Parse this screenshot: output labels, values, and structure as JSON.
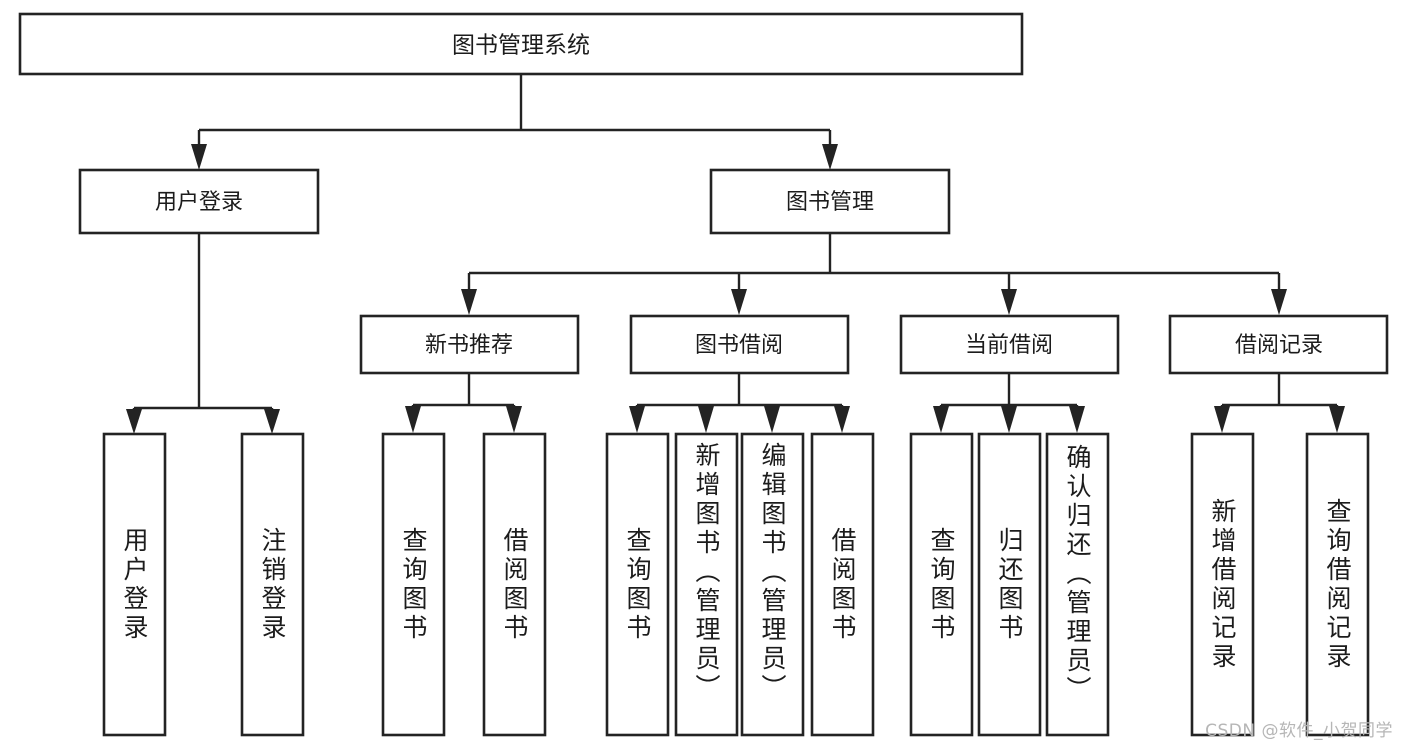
{
  "diagram": {
    "title": "图书管理系统",
    "type": "tree-hierarchy-diagram",
    "orientation": "top-down",
    "colors": {
      "box_stroke": "#232323",
      "box_fill": "#ffffff",
      "text": "#1c1c1c",
      "background": "#ffffff",
      "watermark": "#b6b6b6"
    },
    "root": {
      "label": "图书管理系统"
    },
    "level1": [
      {
        "id": "user-login",
        "label": "用户登录"
      },
      {
        "id": "book-management",
        "label": "图书管理"
      }
    ],
    "level2": [
      {
        "id": "new-book-recommend",
        "label": "新书推荐",
        "parent": "book-management"
      },
      {
        "id": "book-borrow",
        "label": "图书借阅",
        "parent": "book-management"
      },
      {
        "id": "current-borrow",
        "label": "当前借阅",
        "parent": "book-management"
      },
      {
        "id": "borrow-record",
        "label": "借阅记录",
        "parent": "book-management"
      }
    ],
    "leaves": {
      "user_login": [
        {
          "id": "leaf-user-login",
          "label": "用户登录"
        },
        {
          "id": "leaf-logout-login",
          "label": "注销登录"
        }
      ],
      "new_book_recommend": [
        {
          "id": "leaf-query-book-1",
          "label": "查询图书"
        },
        {
          "id": "leaf-borrow-book-1",
          "label": "借阅图书"
        }
      ],
      "book_borrow": [
        {
          "id": "leaf-query-book-2",
          "label": "查询图书"
        },
        {
          "id": "leaf-add-book",
          "label": "新增图书（管理员）"
        },
        {
          "id": "leaf-edit-book",
          "label": "编辑图书（管理员）"
        },
        {
          "id": "leaf-borrow-book-2",
          "label": "借阅图书"
        }
      ],
      "current_borrow": [
        {
          "id": "leaf-query-book-3",
          "label": "查询图书"
        },
        {
          "id": "leaf-return-book",
          "label": "归还图书"
        },
        {
          "id": "leaf-confirm-return",
          "label": "确认归还（管理员）"
        }
      ],
      "borrow_record": [
        {
          "id": "leaf-add-record",
          "label": "新增借阅记录"
        },
        {
          "id": "leaf-query-record",
          "label": "查询借阅记录"
        }
      ]
    }
  },
  "watermark": {
    "text": "CSDN @软件_小贺同学"
  }
}
